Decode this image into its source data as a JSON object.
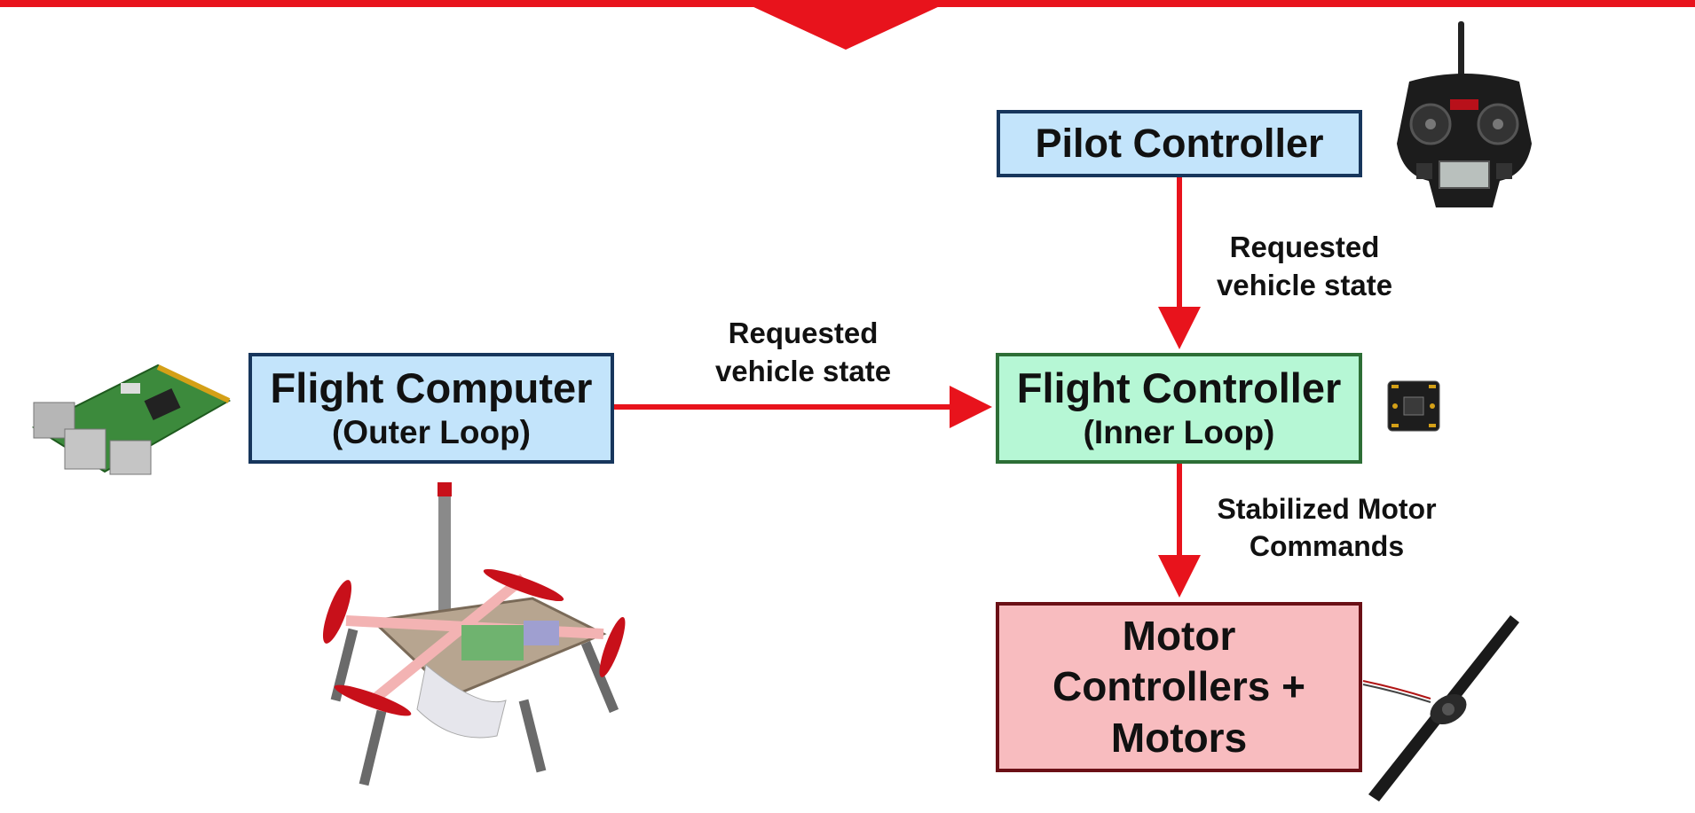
{
  "nodes": {
    "pilot_controller": {
      "line1": "Pilot Controller"
    },
    "flight_computer": {
      "line1": "Flight Computer",
      "line2": "(Outer Loop)"
    },
    "flight_controller": {
      "line1": "Flight Controller",
      "line2": "(Inner Loop)"
    },
    "motors": {
      "line1": "Motor",
      "line2": "Controllers +",
      "line3": "Motors"
    }
  },
  "edges": {
    "pilot_to_flight_controller": {
      "line1": "Requested",
      "line2": "vehicle state"
    },
    "computer_to_flight_controller": {
      "line1": "Requested",
      "line2": "vehicle state"
    },
    "flight_controller_to_motors": {
      "line1": "Stabilized Motor",
      "line2": "Commands"
    }
  },
  "images": {
    "transmitter": "remote-transmitter",
    "raspberry_pi": "single-board-computer",
    "flight_board": "flight-controller-board",
    "quadcopter": "quadcopter-drone",
    "propeller_motor": "propeller-motor"
  },
  "colors": {
    "accent": "#e8131c",
    "box_blue": "#c3e4fb",
    "box_green": "#b6f7d5",
    "box_red": "#f8bcbf"
  }
}
